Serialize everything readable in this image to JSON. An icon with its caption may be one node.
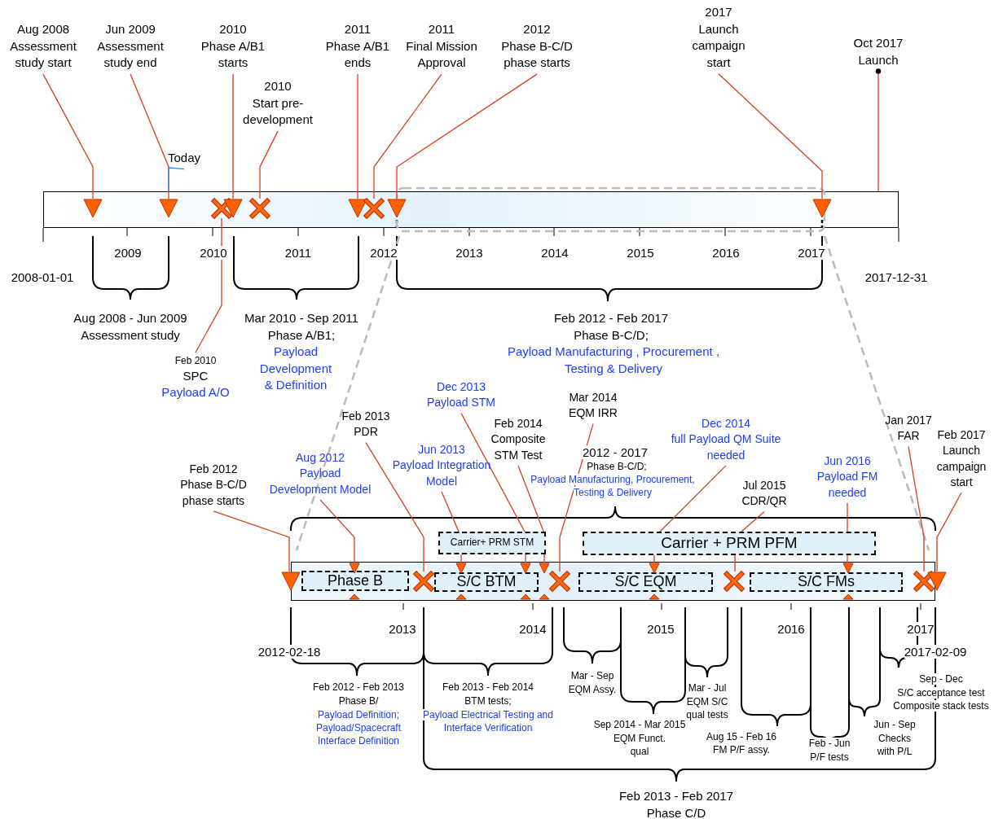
{
  "diagram": {
    "nodes": [
      {
        "text": [],
        "shape": "bar"
      },
      {
        "text": [],
        "shape": "triangle",
        "in": 0
      },
      {
        "text": [],
        "shape": "triangle",
        "in": 0
      },
      {
        "text": [],
        "shape": "cross",
        "in": 0
      },
      {
        "text": [],
        "shape": "triangle",
        "in": 0
      },
      {
        "text": [],
        "shape": "cross",
        "in": 0
      },
      {
        "text": [],
        "shape": "triangle",
        "in": 0
      },
      {
        "text": [],
        "shape": "cross",
        "in": 0
      },
      {
        "text": [],
        "shape": "triangle",
        "in": 0
      },
      {
        "text": [],
        "shape": "triangle",
        "in": 0
      },
      {
        "text": [
          "Aug 2008",
          "Assessment study start"
        ]
      },
      {
        "text": [
          "Jun 2009",
          "Assessment study end"
        ]
      },
      {
        "text": [
          "2010",
          "Phase A/B1 starts"
        ]
      },
      {
        "text": [
          "2010",
          "Start pre-development"
        ]
      },
      {
        "text": [
          "2011",
          "Phase A/B1 ends"
        ]
      },
      {
        "text": [
          "2011",
          "Final Mission Approval"
        ]
      },
      {
        "text": [
          "2012",
          "Phase B-C/D phase starts"
        ]
      },
      {
        "text": [
          "2017",
          "Launch campaign start"
        ]
      },
      {
        "text": [
          "Oct 2017",
          "Launch"
        ]
      },
      {
        "text": [
          "Today"
        ]
      },
      {
        "text": [
          "Feb 2010",
          "SPC",
          "Payload A/O"
        ]
      },
      {
        "text": [],
        "shape": "bar"
      },
      {
        "text": [
          "Phase B"
        ],
        "in": 21
      },
      {
        "text": [
          "S/C BTM"
        ],
        "in": 21
      },
      {
        "text": [
          "S/C EQM"
        ],
        "in": 21
      },
      {
        "text": [
          "S/C FMs"
        ],
        "in": 21
      },
      {
        "text": [
          "Carrier+ PRM STM"
        ]
      },
      {
        "text": [
          "Carrier + PRM PFM"
        ]
      },
      {
        "text": [],
        "shape": "triangle"
      },
      {
        "text": [],
        "shape": "triangle",
        "in": 21
      },
      {
        "text": [],
        "shape": "cross",
        "in": 21
      },
      {
        "text": [],
        "shape": "triangle",
        "in": 21
      },
      {
        "text": [],
        "shape": "triangle",
        "in": 21
      },
      {
        "text": [],
        "shape": "triangle",
        "in": 21
      },
      {
        "text": [],
        "shape": "cross",
        "in": 21
      },
      {
        "text": [],
        "shape": "triangle",
        "in": 21
      },
      {
        "text": [],
        "shape": "cross",
        "in": 21
      },
      {
        "text": [],
        "shape": "triangle",
        "in": 21
      },
      {
        "text": [],
        "shape": "cross",
        "in": 21
      },
      {
        "text": [],
        "shape": "triangle"
      },
      {
        "text": [
          "Feb 2012",
          "Phase B-C/D phase starts"
        ]
      },
      {
        "text": [
          "Aug 2012",
          "Payload Development Model"
        ]
      },
      {
        "text": [
          "Feb 2013",
          "PDR"
        ]
      },
      {
        "text": [
          "Jun 2013",
          "Payload Integration Model"
        ]
      },
      {
        "text": [
          "Dec 2013",
          "Payload STM"
        ]
      },
      {
        "text": [
          "Feb 2014",
          "Composite STM Test"
        ]
      },
      {
        "text": [
          "Mar 2014",
          "EQM IRR"
        ]
      },
      {
        "text": [
          "Dec 2014",
          "full Payload QM Suite needed"
        ]
      },
      {
        "text": [
          "Jul 2015",
          "CDR/QR"
        ]
      },
      {
        "text": [
          "Jun 2016",
          "Payload FM needed"
        ]
      },
      {
        "text": [
          "Jan 2017",
          "FAR"
        ]
      },
      {
        "text": [
          "Feb 2017",
          "Launch campaign start"
        ]
      }
    ],
    "edges": [
      {
        "from": 10,
        "to": 1,
        "arrow": "none"
      },
      {
        "from": 11,
        "to": 2,
        "arrow": "none"
      },
      {
        "from": 12,
        "to": 4,
        "arrow": "none"
      },
      {
        "from": 13,
        "to": 5,
        "arrow": "none"
      },
      {
        "from": 14,
        "to": 6,
        "arrow": "none"
      },
      {
        "from": 15,
        "to": 7,
        "arrow": "none"
      },
      {
        "from": 16,
        "to": 8,
        "arrow": "none"
      },
      {
        "from": 17,
        "to": 9,
        "arrow": "none"
      },
      {
        "from": 18,
        "to": 0,
        "arrow": "other"
      },
      {
        "from": 19,
        "to": 0,
        "arrow": "none",
        "color": "#1e90ff"
      },
      {
        "from": 20,
        "to": 3,
        "arrow": "none"
      },
      {
        "from": 40,
        "to": 28,
        "arrow": "none"
      },
      {
        "from": 41,
        "to": 29,
        "arrow": "none"
      },
      {
        "from": 42,
        "to": 30,
        "arrow": "none"
      },
      {
        "from": 43,
        "to": 31,
        "arrow": "none"
      },
      {
        "from": 44,
        "to": 32,
        "arrow": "none"
      },
      {
        "from": 45,
        "to": 33,
        "arrow": "none"
      },
      {
        "from": 46,
        "to": 34,
        "arrow": "none"
      },
      {
        "from": 47,
        "to": 35,
        "arrow": "none"
      },
      {
        "from": 48,
        "to": 36,
        "arrow": "none"
      },
      {
        "from": 49,
        "to": 37,
        "arrow": "none"
      },
      {
        "from": 50,
        "to": 38,
        "arrow": "none"
      },
      {
        "from": 51,
        "to": 39,
        "arrow": "none"
      }
    ],
    "labels": [
      "2009",
      "2010",
      "2011",
      "2012",
      "2013",
      "2014",
      "2015",
      "2016",
      "2017",
      "2008-01-01",
      "2017-12-31",
      "Aug 2008 - Jun 2009",
      "Assessment study",
      "Mar 2010 - Sep 2011",
      "Phase A/B1;",
      "Payload Development & Definition",
      "Feb 2012 - Feb 2017",
      "Phase B-C/D;",
      "Payload Manufacturing , Procurement , Testing & Delivery",
      "2012 - 2017",
      "Phase B-C/D;",
      "Payload Manufacturing, Procurement, Testing & Delivery",
      "2013",
      "2014",
      "2015",
      "2016",
      "2017",
      "2012-02-18",
      "2017-02-09",
      "Feb 2012 - Feb 2013",
      "Phase B/",
      "Payload Definition; Payload/Spacecraft Interface Definition",
      "Feb 2013 - Feb 2014",
      "BTM tests;",
      "Payload Electrical Testing and Interface Verification",
      "Mar - Sep",
      "EQM Assy.",
      "Sep 2014 - Mar 2015",
      "EQM Funct. qual",
      "Mar - Jul",
      "EQM S/C qual tests",
      "Aug 15 - Feb 16",
      "FM P/F assy.",
      "Feb - Jun",
      "P/F tests",
      "Jun - Sep",
      "Checks with P/L",
      "Sep - Dec",
      "S/C acceptance test Composite stack tests",
      "Feb 2013 - Feb 2017",
      "Phase C/D"
    ]
  }
}
